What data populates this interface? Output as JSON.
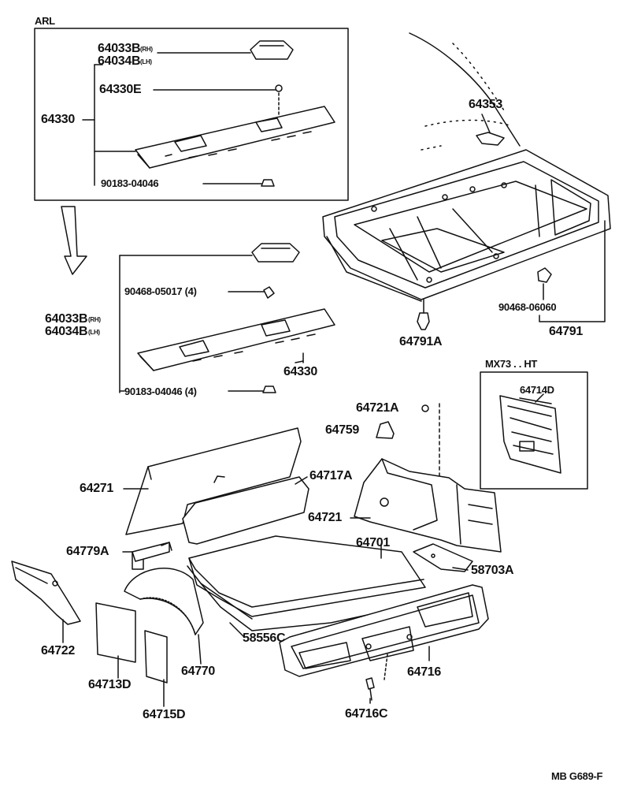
{
  "insets": {
    "arl": "ARL",
    "mx73": "MX73 . . HT"
  },
  "labels": {
    "p64033b_1": "64033B",
    "rh_1": "(RH)",
    "p64034b_1": "64034B",
    "lh_1": "(LH)",
    "p64330e": "64330E",
    "p64330_a": "64330",
    "p90183_a": "90183-04046",
    "p64353": "64353",
    "p90468_05017": "90468-05017 (4)",
    "p64033b_2": "64033B",
    "rh_2": "(RH)",
    "p64034b_2": "64034B",
    "lh_2": "(LH)",
    "p64330_b": "64330",
    "p90183_b": "90183-04046 (4)",
    "p90468_06060": "90468-06060",
    "p64791a": "64791A",
    "p64791": "64791",
    "p64714d": "64714D",
    "p64721a": "64721A",
    "p64759": "64759",
    "p64271": "64271",
    "p64717a": "64717A",
    "p64721": "64721",
    "p64701": "64701",
    "p64779a": "64779A",
    "p58703a": "58703A",
    "p64722": "64722",
    "p58556c": "58556C",
    "p64716": "64716",
    "p64770": "64770",
    "p64713d": "64713D",
    "p64715d": "64715D",
    "p64716c": "64716C",
    "code": "MB G689-F"
  },
  "colors": {
    "line": "#111111",
    "fill": "#ffffff",
    "shade": "#d8d8d8"
  }
}
